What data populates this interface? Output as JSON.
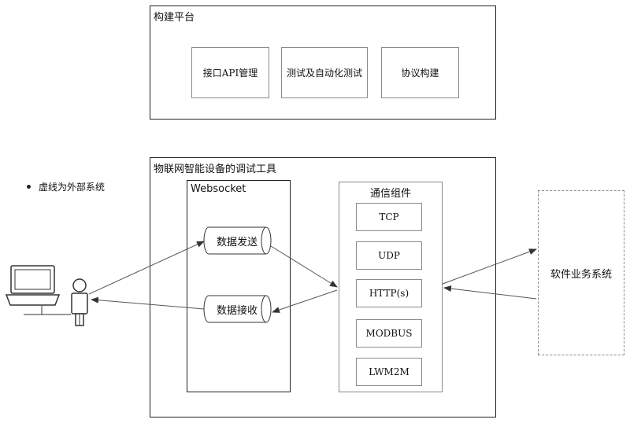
{
  "build_platform": {
    "title": "构建平台",
    "modules": [
      "接口API管理",
      "测试及自动化测试",
      "协议构建"
    ]
  },
  "debug_tool": {
    "title": "物联网智能设备的调试工具",
    "websocket": {
      "title": "Websocket",
      "send_label": "数据发送",
      "receive_label": "数据接收"
    },
    "comm": {
      "title": "通信组件",
      "protocols": [
        "TCP",
        "UDP",
        "HTTP(s)",
        "MODBUS",
        "LWM2M"
      ]
    }
  },
  "legend": {
    "text": "虚线为外部系统"
  },
  "external": {
    "label": "软件业务系统"
  },
  "icons": {
    "user": "computer-user-icon"
  }
}
